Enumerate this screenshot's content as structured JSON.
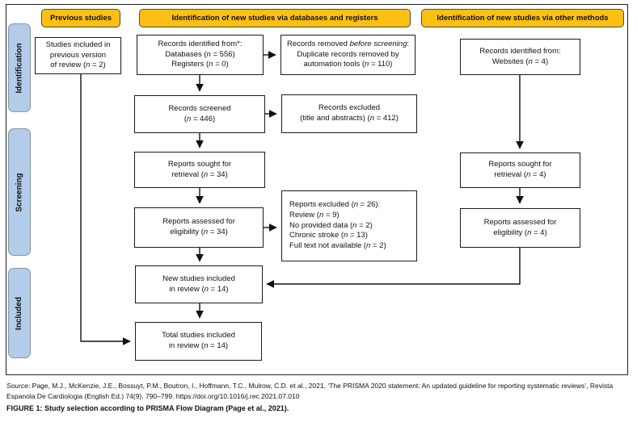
{
  "colors": {
    "header_fill": "#FBC011",
    "header_border": "#4a4a4a",
    "stage_fill": "#B2CCE9",
    "stage_border": "#8796a5",
    "box_border": "#1a1a1a",
    "arrow": "#111111"
  },
  "headers": {
    "previous": "Previous studies",
    "databases": "Identification of new studies via databases and registers",
    "other": "Identification of new studies via other methods"
  },
  "stages": {
    "identification": "Identification",
    "screening": "Screening",
    "included": "Included"
  },
  "boxes": {
    "prev_included": [
      "Studies included in",
      "previous version",
      "of review (*n* = 2)"
    ],
    "records_identified": [
      "Records identified from*:",
      "Databases (*n* = 556)",
      "Registers (*n* = 0)"
    ],
    "records_removed": [
      "Records removed *before screening*:",
      "Duplicate records removed by",
      "automation tools (*n* = 110)"
    ],
    "records_screened": [
      "Records screened",
      "(*n* = 446)"
    ],
    "records_excluded": [
      "Records excluded",
      "(title and abstracts) (*n* = 412)"
    ],
    "reports_sought_db": [
      "Reports sought for",
      "retrieval (*n* = 34)"
    ],
    "reports_assessed_db": [
      "Reports assessed for",
      "eligibility (*n* = 34)"
    ],
    "reports_excluded": [
      "Reports excluded (*n* = 26):",
      "Review (*n* = 9)",
      "No provided data (*n* = 2)",
      "Chronic stroke (*n* = 13)",
      "Full text not available (*n* = 2)"
    ],
    "new_studies": [
      "New studies included",
      "in review (*n* = 14)"
    ],
    "total_studies": [
      "Total studies included",
      "in review (*n* = 14)"
    ],
    "records_identified_other": [
      "Records identified from:",
      "Websites (*n* = 4)"
    ],
    "reports_sought_other": [
      "Reports sought for",
      "retrieval (*n* = 4)"
    ],
    "reports_assessed_other": [
      "Reports assessed for",
      "eligibility (*n* = 4)"
    ]
  },
  "footer": {
    "source": "*Source*: Page, M.J., McKenzie, J.E., Bossuyt, P.M., Boutron, I., Hoffmann, T.C., Mulrow, C.D. et al., 2021, ‘The PRISMA 2020 statement: An updated guideline for reporting systematic reviews’, Revista Espanola De Cardiologia (English Ed.) 74(9), 790–799. https://doi.org/10.1016/j.rec.2021.07.010",
    "figure_caption": "FIGURE 1: Study selection according to PRISMA Flow Diagram (Page et al., 2021)."
  }
}
